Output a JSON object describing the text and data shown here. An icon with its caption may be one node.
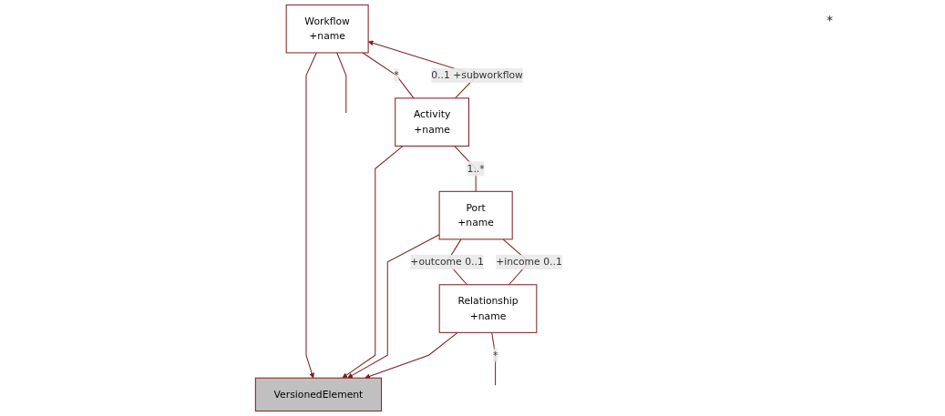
{
  "diagram": {
    "nodes": [
      {
        "text": [
          "VersionedElement"
        ]
      },
      {
        "text": [
          "Workflow",
          "+name"
        ]
      },
      {
        "text": [
          "Activity",
          "+name"
        ]
      },
      {
        "text": [
          "Port",
          "+name"
        ]
      },
      {
        "text": [
          "Relationship",
          "+name"
        ]
      }
    ],
    "edges": [
      {
        "from": 1,
        "to": 0,
        "arrow": "to"
      },
      {
        "from": 2,
        "to": 0,
        "arrow": "to"
      },
      {
        "from": 3,
        "to": 0,
        "arrow": "to"
      },
      {
        "from": 4,
        "to": 0,
        "arrow": "to"
      },
      {
        "from": 1,
        "to": 2,
        "arrow": "other",
        "label": "*"
      },
      {
        "from": 2,
        "to": 3,
        "arrow": "other",
        "label": "1..*"
      },
      {
        "from": 3,
        "to": 4,
        "arrow": "none",
        "label": "+outcome 0..1"
      },
      {
        "from": 3,
        "to": 4,
        "arrow": "none",
        "label": "+income 0..1"
      },
      {
        "from": 2,
        "to": 1,
        "arrow": "to",
        "label": "0..1 +subworkflow"
      },
      {
        "from": 1,
        "to": null,
        "arrow": "other"
      },
      {
        "from": 4,
        "to": null,
        "arrow": "none",
        "label": "*"
      }
    ],
    "labels": [
      "*"
    ]
  }
}
